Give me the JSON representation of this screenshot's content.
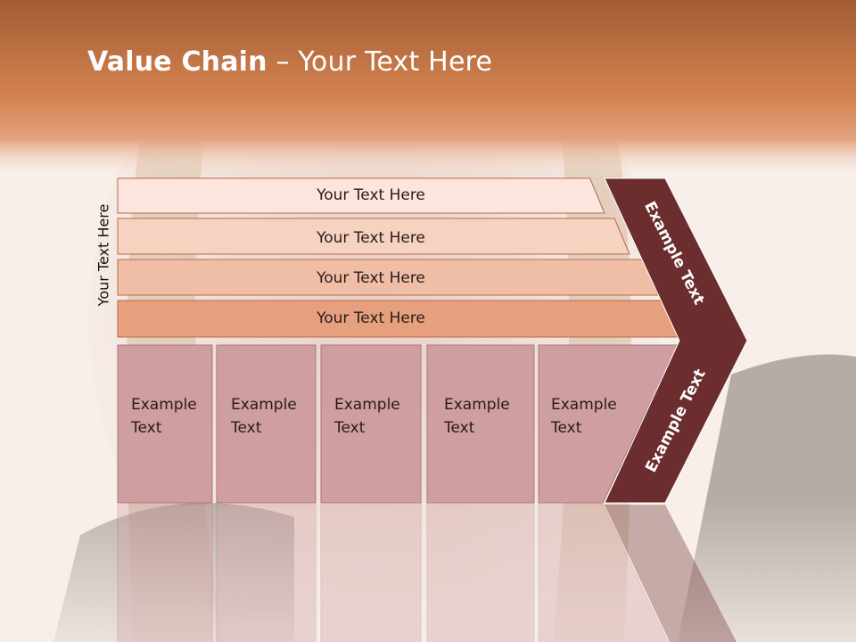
{
  "slide": {
    "title_bold": "Value Chain",
    "title_rest": " – Your Text Here",
    "side_label": "Your Text Here",
    "rows": [
      "Your Text Here",
      "Your Text Here",
      "Your Text Here",
      "Your Text Here"
    ],
    "row_colors": [
      "#fbe5dc",
      "#f6d2c0",
      "#f0bea6",
      "#e6a07e"
    ],
    "cells": [
      "Example\nText",
      "Example\nText",
      "Example\nText",
      "Example\nText",
      "Example\nText"
    ],
    "cell_color": "#cf9ea0",
    "arrow_color": "#6b2d2d",
    "arrow_top_label": "Example Text",
    "arrow_bottom_label": "Example Text",
    "header_color": "#d27e4f"
  }
}
